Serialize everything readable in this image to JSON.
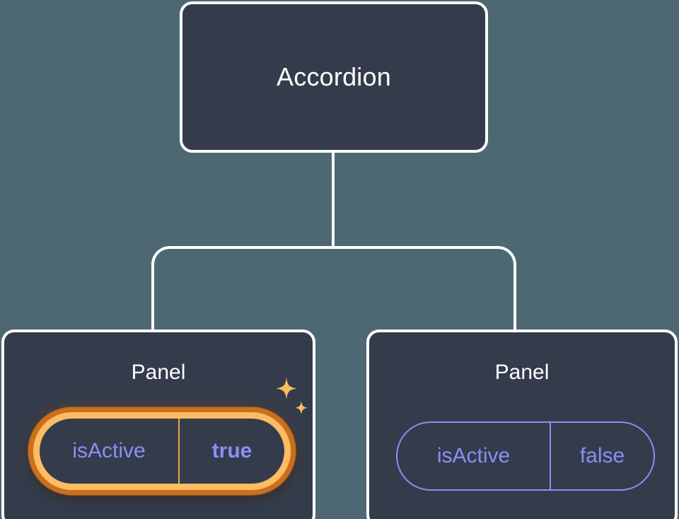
{
  "canvas": {
    "background_color": "#4d6872",
    "node_fill_color": "#343c4b",
    "node_border_color": "#ffffff",
    "connector_color": "#ffffff",
    "prop_accent_color": "#8a8ff5",
    "highlight_outer_color": "#cb6f1c",
    "highlight_inner_color": "#fbbc64"
  },
  "tree": {
    "root": {
      "title": "Accordion"
    },
    "children": [
      {
        "title": "Panel",
        "highlighted": true,
        "prop": {
          "key": "isActive",
          "value": "true"
        },
        "sparkle_icon": "sparkles-icon"
      },
      {
        "title": "Panel",
        "highlighted": false,
        "prop": {
          "key": "isActive",
          "value": "false"
        }
      }
    ]
  }
}
